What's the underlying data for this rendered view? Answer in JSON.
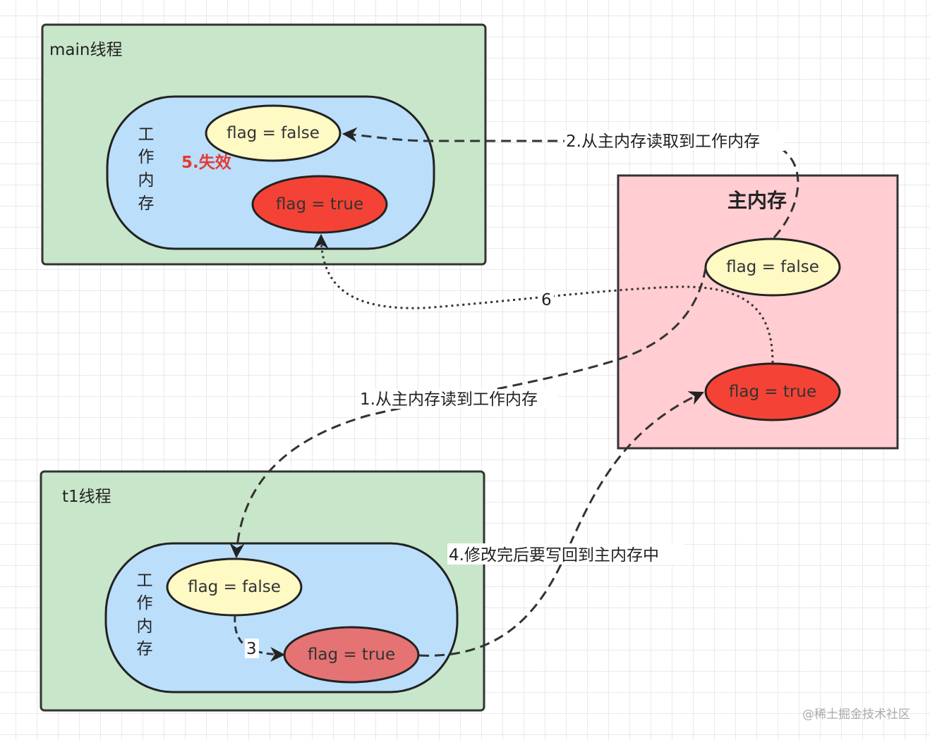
{
  "main_thread": {
    "title": "main线程",
    "working_memory_label": [
      "工",
      "作",
      "内",
      "存"
    ],
    "flag_false": "flag = false",
    "flag_true": "flag = true",
    "invalidated_label": "5.失效"
  },
  "main_memory": {
    "title": "主内存",
    "flag_false": "flag = false",
    "flag_true": "flag = true"
  },
  "t1_thread": {
    "title": "t1线程",
    "working_memory_label": [
      "工",
      "作",
      "内",
      "存"
    ],
    "flag_false": "flag = false",
    "flag_true": "flag = true"
  },
  "arrows": {
    "step1": "1.从主内存读到工作内存",
    "step2": "2.从主内存读取到工作内存",
    "step3": "3",
    "step4": "4.修改完后要写回到主内存中",
    "step6": "6"
  },
  "watermark": "@稀土掘金技术社区",
  "colors": {
    "thread_bg": "#c8e6c9",
    "working_memory_bg": "#bbdefb",
    "main_memory_bg": "#ffcdd2",
    "false_fill": "#fff9c4",
    "true_fill": "#f44336",
    "true_fill_light": "#e57373",
    "invalid_text": "#e53935"
  }
}
